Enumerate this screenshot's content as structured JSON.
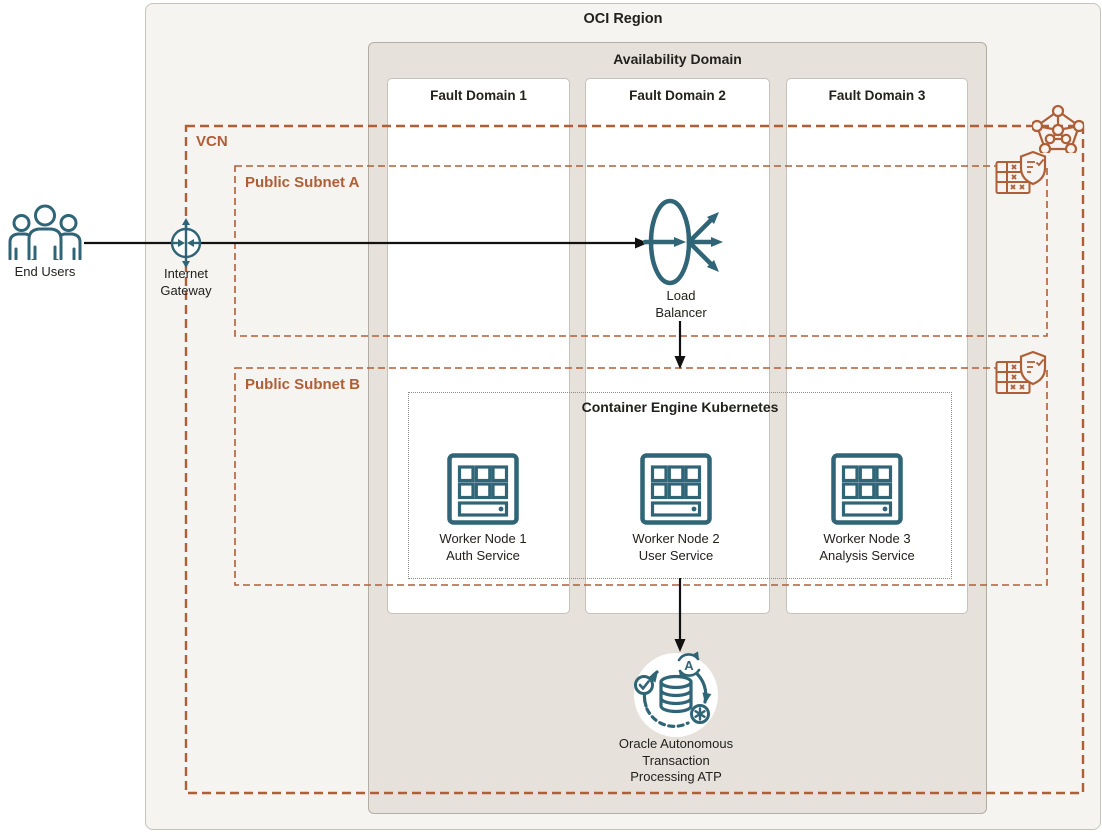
{
  "title": "OCI Region",
  "availability_domain": "Availability Domain",
  "fault_domains": [
    "Fault Domain 1",
    "Fault Domain 2",
    "Fault Domain 3"
  ],
  "vcn": {
    "label": "VCN"
  },
  "subnets": [
    {
      "label": "Public Subnet A"
    },
    {
      "label": "Public Subnet B"
    }
  ],
  "kubernetes": {
    "label": "Container Engine Kubernetes"
  },
  "nodes": {
    "end_users": {
      "label": "End Users"
    },
    "internet_gateway": {
      "line1": "Internet",
      "line2": "Gateway"
    },
    "load_balancer": {
      "line1": "Load",
      "line2": "Balancer"
    },
    "workers": [
      {
        "line1": "Worker Node 1",
        "line2": "Auth Service"
      },
      {
        "line1": "Worker Node 2",
        "line2": "User Service"
      },
      {
        "line1": "Worker Node 3",
        "line2": "Analysis Service"
      }
    ],
    "atp": {
      "line1": "Oracle Autonomous",
      "line2": "Transaction",
      "line3": "Processing ATP",
      "badge_letter": "A"
    }
  },
  "colors": {
    "teal": "#2f6576",
    "orange": "#b05e36",
    "region-bg": "#f6f4f1",
    "region-border": "#c7c2ba",
    "ad-bg": "#e6e2db",
    "ad-border": "#b3aea4",
    "fd-bg": "#ffffff",
    "fd-border": "#c6c1b9",
    "k8s-border": "#8f8b85",
    "arrow": "#111111",
    "text": "#23211e"
  }
}
